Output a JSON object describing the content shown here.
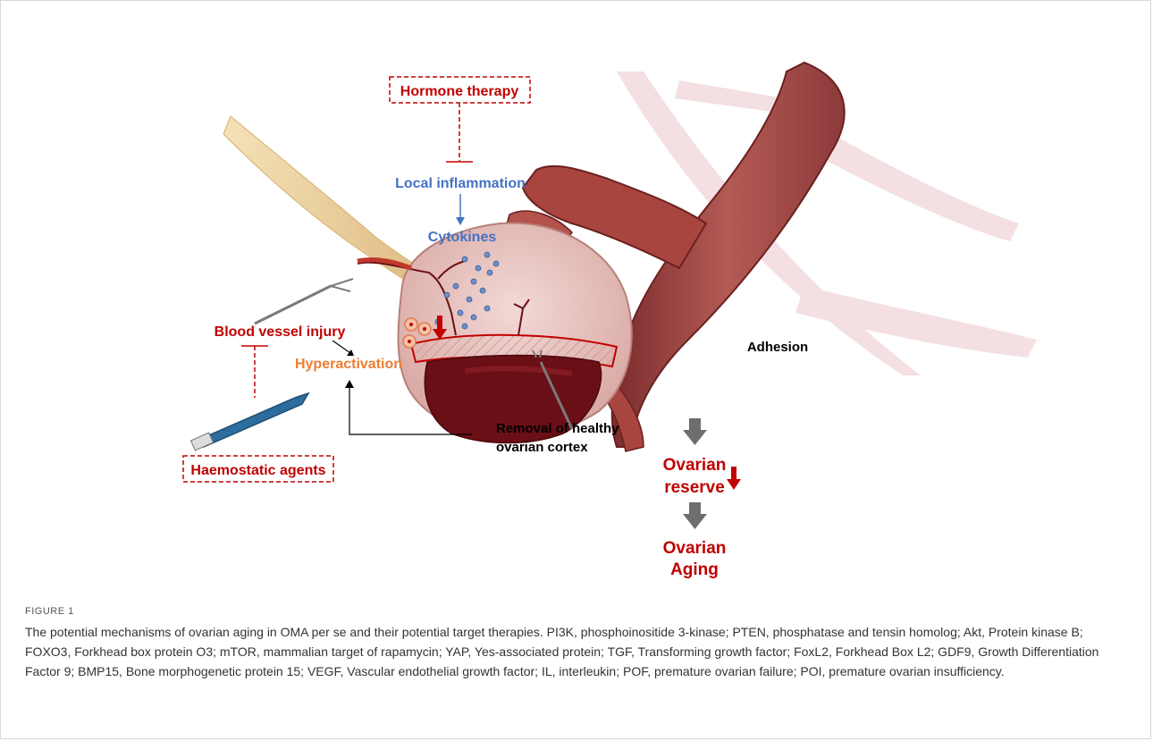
{
  "figure": {
    "labels": {
      "hormone_therapy": "Hormone therapy",
      "local_inflammation": "Local inflammation",
      "cytokines": "Cytokines",
      "blood_vessel_injury": "Blood vessel injury",
      "hyperactivation": "Hyperactivation",
      "haemostatic_agents": "Haemostatic agents",
      "adhesion": "Adhesion",
      "removal_line1": "Removal of healthy",
      "removal_line2": "ovarian cortex",
      "ovarian_reserve_line1": "Ovarian",
      "ovarian_reserve_line2": "reserve",
      "ovarian_aging_line1": "Ovarian",
      "ovarian_aging_line2": "Aging"
    },
    "colors": {
      "red": "#c00000",
      "blue": "#4472c4",
      "orange": "#ed7d31",
      "gray_arrow": "#6e6e6e",
      "tube_dark": "#8b3a3a",
      "ovary_pink": "#e8c4c0",
      "cyst_dark": "#6b0f16"
    }
  },
  "caption": {
    "label": "FIGURE 1",
    "text": "The potential mechanisms of ovarian aging in OMA per se and their potential target therapies. PI3K, phosphoinositide 3-kinase; PTEN, phosphatase and tensin homolog; Akt, Protein kinase B; FOXO3, Forkhead box protein O3; mTOR, mammalian target of rapamycin; YAP, Yes-associated protein; TGF, Transforming growth factor; FoxL2, Forkhead Box L2; GDF9, Growth Differentiation Factor 9; BMP15, Bone morphogenetic protein 15; VEGF, Vascular endothelial growth factor; IL, interleukin; POF, premature ovarian failure; POI, premature ovarian insufficiency."
  }
}
